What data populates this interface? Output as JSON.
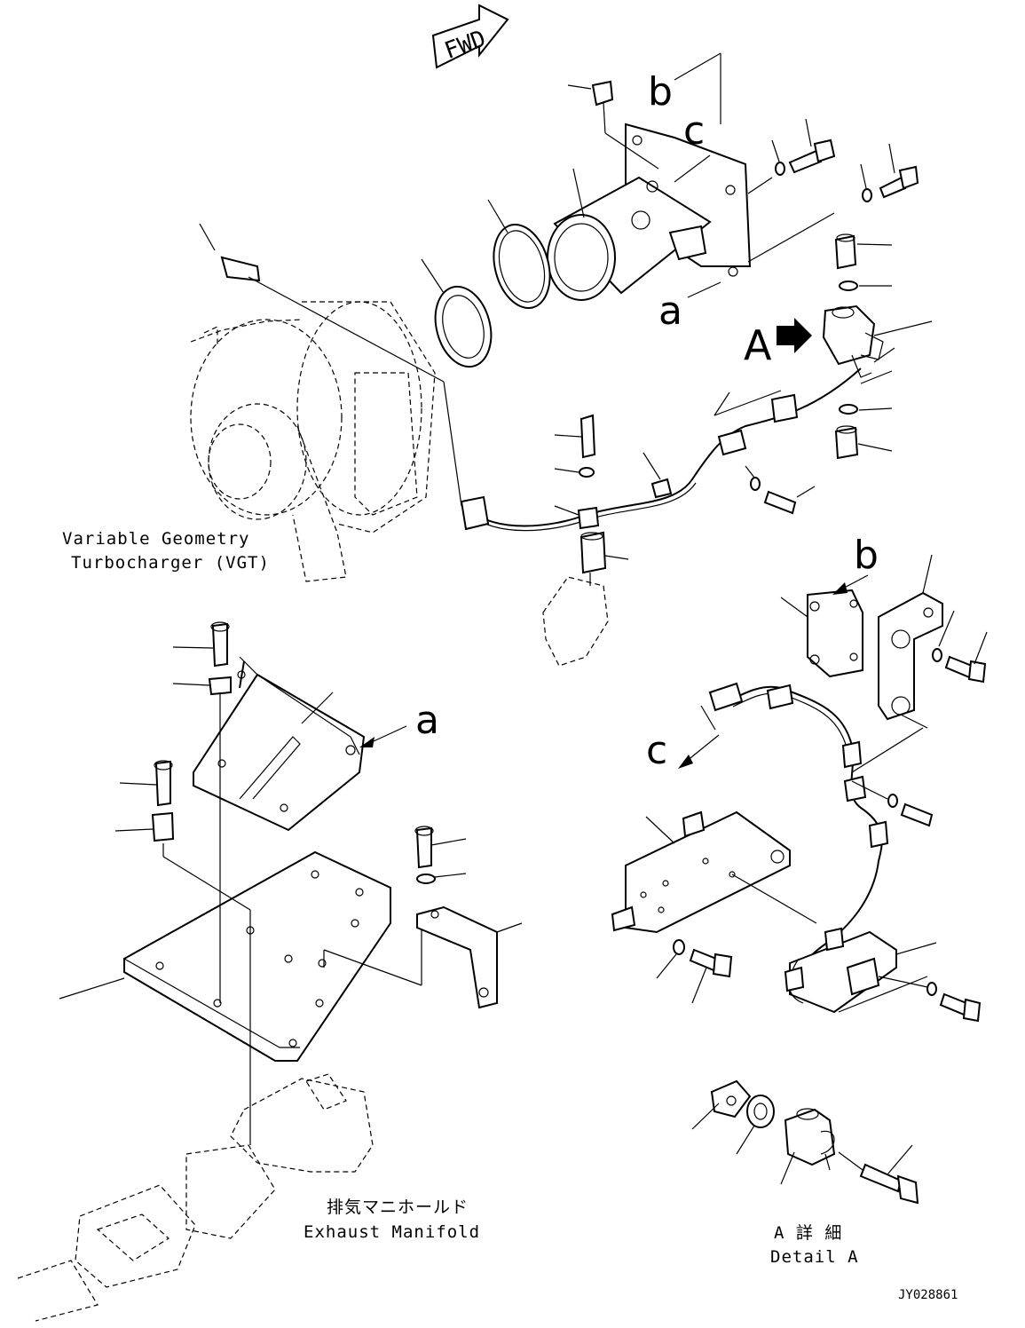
{
  "direction_tag": "FWD",
  "callouts": {
    "a_top": "a",
    "b_top": "b",
    "c_top": "c",
    "A_arrow": "A",
    "b_right": "b",
    "a_left": "a",
    "c_right": "c"
  },
  "labels": {
    "vgt_line1": "Variable Geometry",
    "vgt_line2": "Turbocharger (VGT)",
    "manifold_jp": "排気マニホールド",
    "manifold_en": "Exhaust Manifold",
    "detail_jp": "A 詳 細",
    "detail_en": "Detail A"
  },
  "drawing_number": "JY028861"
}
